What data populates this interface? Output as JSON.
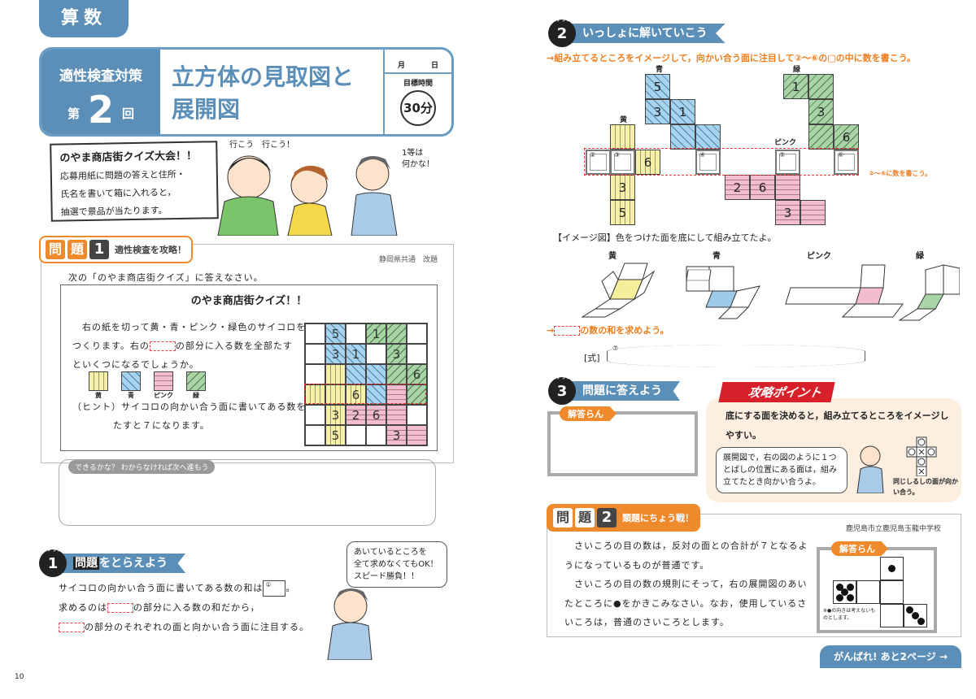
{
  "left_page": {
    "subject": "算数",
    "header": {
      "label": "適性検査対策",
      "round_prefix": "第",
      "round_number": "2",
      "round_suffix": "回",
      "title_line1": "立方体の見取図と",
      "title_line2": "展開図",
      "date_month": "月",
      "date_day": "日",
      "goal_label": "目標時間",
      "goal_time": "30分"
    },
    "notice": {
      "title": "のやま商店街クイズ大会！！",
      "lines": [
        "応募用紙に問題の答えと住所・",
        "氏名を書いて箱に入れると，",
        "抽選で景品が当たります。"
      ]
    },
    "speech": {
      "boy": "行こう　行こう！",
      "teacher_line1": "1等は",
      "teacher_line2": "何かな！"
    },
    "problem1": {
      "tab_chars": [
        "問",
        "題"
      ],
      "number": "1",
      "subtitle": "適性検査を攻略！",
      "source": "静岡県共通　改題",
      "instruction": "次の「のやま商店街クイズ」に答えなさい。",
      "quiz_title": "のやま商店街クイズ！！",
      "quiz_text_line1": "右の紙を切って黄・青・ピンク・緑色のサイコロを",
      "quiz_text_line2a": "つくります。右の",
      "quiz_text_line2b": "の部分に入る数を全部たす",
      "quiz_text_line3": "といくつになるでしょうか。",
      "legend": [
        {
          "color": "y",
          "label": "黄"
        },
        {
          "color": "b",
          "label": "青"
        },
        {
          "color": "p",
          "label": "ピンク"
        },
        {
          "color": "g",
          "label": "緑"
        }
      ],
      "hint_line1": "（ヒント）サイコロの向かい合う面に書いてある数を",
      "hint_line2": "たすと７になります。",
      "grid": [
        [
          "w",
          "b5",
          "w",
          "g1",
          "g",
          "w"
        ],
        [
          "w",
          "b3",
          "b1",
          "w",
          "g3",
          "w"
        ],
        [
          "w",
          "y",
          "b",
          "b",
          "g",
          "g6"
        ],
        [
          "y",
          "y",
          "y6",
          "b",
          "p",
          "g"
        ],
        [
          "w",
          "y3",
          "p2",
          "p6",
          "p",
          "w"
        ],
        [
          "w",
          "y5",
          "w",
          "w",
          "p3",
          "p"
        ]
      ],
      "work_label": "できるかな？ わからなければ次へ進もう"
    },
    "step1": {
      "number": "1",
      "small": "ステップ",
      "title_a": "問題",
      "title_b": "をとらえよう",
      "line1": "サイコロの向かい合う面に書いてある数の和は",
      "box1": "①",
      "line1_end": "。",
      "line2a": "求めるのは",
      "line2b": "の部分に入る数の和だから，",
      "line3": "の部分のそれぞれの面と向かい合う面に注目する。"
    },
    "teacher_bubble": [
      "あいているところを",
      "全て求めなくてもOK！",
      "スピード勝負！！"
    ],
    "page_number": "10"
  },
  "right_page": {
    "step2": {
      "number": "2",
      "small": "ステップ",
      "title": "いっしょに解いていこう",
      "instruction": "→組み立てるところをイメージして，向かい合う面に注目して②〜⑥の□の中に数を書こう。",
      "labels": {
        "blue": "青",
        "yellow": "黄",
        "green": "緑",
        "pink": "ピンク"
      },
      "nets": {
        "blue": [
          "5",
          "3",
          "1",
          "",
          ""
        ],
        "green": [
          "1",
          "",
          "3",
          "",
          "6"
        ],
        "yellow": [
          "",
          "②",
          "③",
          "6",
          "3",
          "5"
        ],
        "pink": [
          "2",
          "6",
          "",
          "3",
          ""
        ],
        "blank": [
          "④",
          "⑤",
          "⑥"
        ]
      },
      "note": "②〜⑥に数を書こう。",
      "image_caption": "【イメージ図】色をつけた面を底にして組み立てたよ。",
      "image_labels": [
        "黄",
        "青",
        "ピンク",
        "緑"
      ],
      "sum_prompt": "の数の和を求めよう。",
      "formula_label": "[式]",
      "formula_mark": "⑦"
    },
    "step3": {
      "number": "3",
      "small": "ステップ",
      "title": "問題に答えよう",
      "answer_label": "解答らん"
    },
    "point": {
      "title": "攻略ポイント",
      "text": "底にする面を決めると，組み立てるところをイメージしやすい。",
      "bubble": "展開図で，右の図のように１つとばしの位置にある面は，組み立てたとき向かい合うよ。",
      "figure_caption": "同じしるしの面が向かい合う。"
    },
    "problem2": {
      "tab_chars": [
        "問",
        "題"
      ],
      "number": "2",
      "subtitle": "類題にちょう戦！",
      "source": "鹿児島市立鹿児島玉龍中学校",
      "text": [
        "さいころの目の数は，反対の面との合計が７となるようになっているものが普通です。",
        "さいころの目の数の規則にそって，右の展開図のあいたところに●をかきこみなさい。なお，使用しているさいころは，普通のさいころとします。"
      ],
      "answer_label": "解答らん",
      "answer_note": "※●の向きは考えないものとします。"
    },
    "next": "がんばれ! あと2ページ →"
  },
  "colors": {
    "accent_blue": "#5b8fb8",
    "accent_orange": "#ef8a2c",
    "point_red": "#d8202a"
  }
}
